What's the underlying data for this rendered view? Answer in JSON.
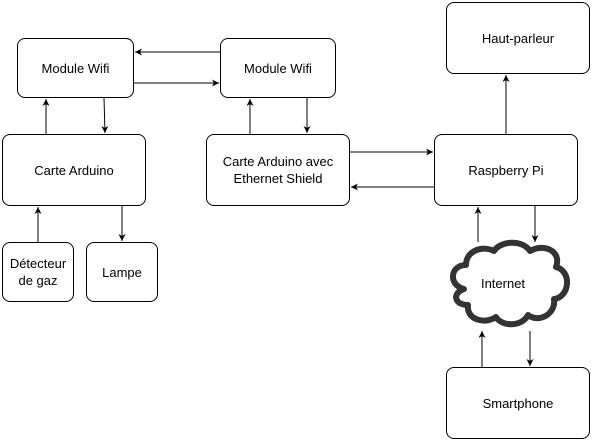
{
  "diagram": {
    "nodes": {
      "module_wifi_1": "Module Wifi",
      "module_wifi_2": "Module Wifi",
      "haut_parleur": "Haut-parleur",
      "carte_arduino": "Carte Arduino",
      "carte_arduino_ethernet": "Carte Arduino avec\nEthernet Shield",
      "raspberry_pi": "Raspberry Pi",
      "detecteur_gaz": "Détecteur\nde gaz",
      "lampe": "Lampe",
      "internet": "Internet",
      "smartphone": "Smartphone"
    },
    "connections": [
      {
        "from": "module_wifi_2",
        "to": "module_wifi_1"
      },
      {
        "from": "module_wifi_1",
        "to": "module_wifi_2"
      },
      {
        "from": "carte_arduino",
        "to": "module_wifi_1"
      },
      {
        "from": "module_wifi_1",
        "to": "carte_arduino"
      },
      {
        "from": "carte_arduino_ethernet",
        "to": "module_wifi_2"
      },
      {
        "from": "module_wifi_2",
        "to": "carte_arduino_ethernet"
      },
      {
        "from": "carte_arduino_ethernet",
        "to": "raspberry_pi"
      },
      {
        "from": "raspberry_pi",
        "to": "carte_arduino_ethernet"
      },
      {
        "from": "raspberry_pi",
        "to": "haut_parleur"
      },
      {
        "from": "detecteur_gaz",
        "to": "carte_arduino"
      },
      {
        "from": "carte_arduino",
        "to": "lampe"
      },
      {
        "from": "internet",
        "to": "raspberry_pi"
      },
      {
        "from": "raspberry_pi",
        "to": "internet"
      },
      {
        "from": "smartphone",
        "to": "internet"
      },
      {
        "from": "internet",
        "to": "smartphone"
      }
    ]
  }
}
